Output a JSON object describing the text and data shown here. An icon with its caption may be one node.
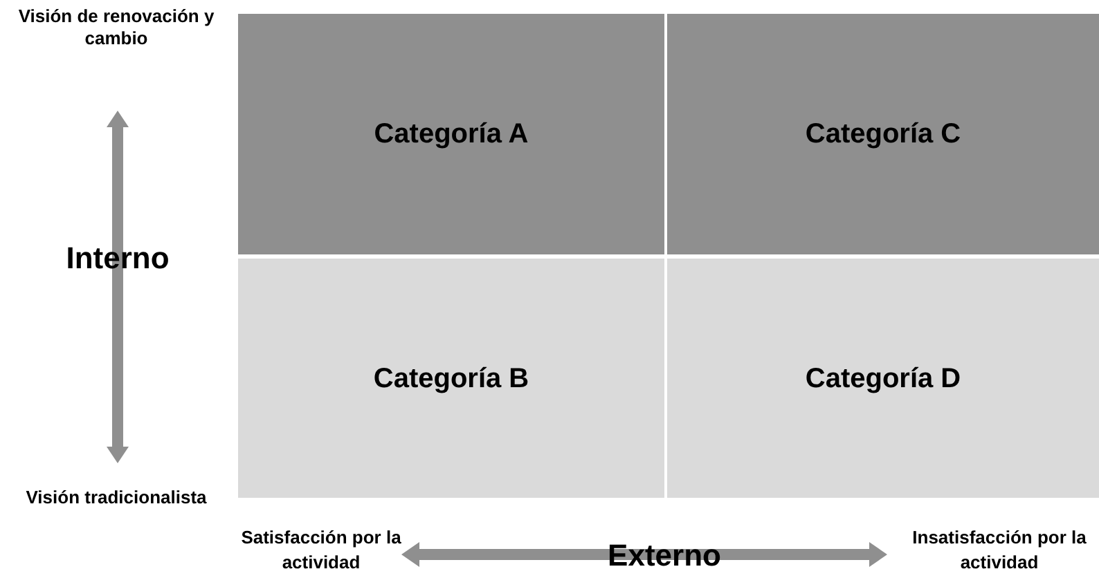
{
  "diagram": {
    "nodes": [
      {
        "text": [
          "Categoría A"
        ]
      },
      {
        "text": [
          "Categoría C"
        ]
      },
      {
        "text": [
          "Categoría B"
        ]
      },
      {
        "text": [
          "Categoría D"
        ]
      }
    ],
    "labels": [
      "Visión de renovación y cambio",
      "Interno",
      "Visión tradicionalista",
      "Satisfacción por la actividad",
      "Externo",
      "Insatisfacción por la actividad"
    ]
  }
}
